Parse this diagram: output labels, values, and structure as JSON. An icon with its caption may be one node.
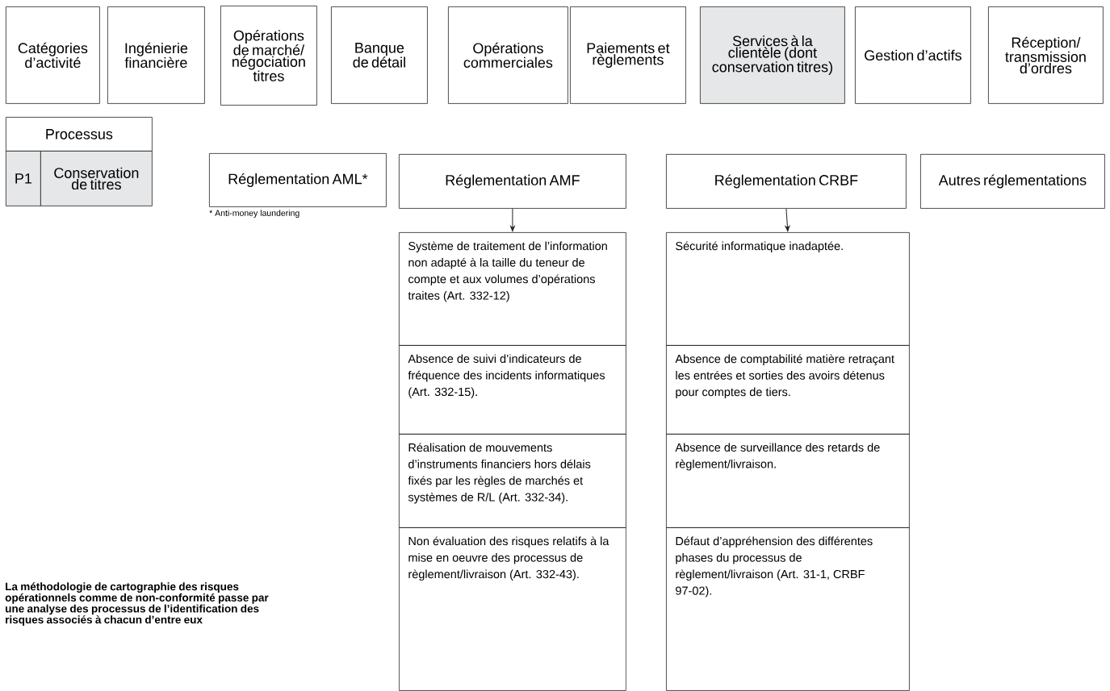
{
  "diagram": {
    "nodes": [
      {
        "text": [
          "Catégories d’activité"
        ]
      },
      {
        "text": [
          "Ingénierie financière"
        ]
      },
      {
        "text": [
          "Opérations de marché/ négociation titres"
        ]
      },
      {
        "text": [
          "Banque de détail"
        ]
      },
      {
        "text": [
          "Opérations commerciales"
        ]
      },
      {
        "text": [
          "Paiements et règlements"
        ]
      },
      {
        "text": [
          "Services à la clientèle (dont conservation titres)"
        ]
      },
      {
        "text": [
          "Gestion d’actifs"
        ]
      },
      {
        "text": [
          "Réception/ transmission d’ordres"
        ]
      },
      {
        "text": [
          "Processus"
        ]
      },
      {
        "text": [
          "P1"
        ]
      },
      {
        "text": [
          "Conservation de titres"
        ]
      },
      {
        "text": [
          "Réglementation AML*"
        ]
      },
      {
        "text": [
          "Réglementation AMF"
        ]
      },
      {
        "text": [
          "Réglementation CRBF"
        ]
      },
      {
        "text": [
          "Autres réglementations"
        ]
      },
      {
        "text": [
          "Système de traitement de l’information non adapté à la taille du teneur de compte et aux volumes d’opérations traites (Art. 332-12)"
        ]
      },
      {
        "text": [
          "Absence de suivi d’indicateurs de fréquence des incidents informatiques (Art. 332-15)."
        ]
      },
      {
        "text": [
          "Réalisation de mouvements d’instruments financiers hors délais fixés par les règles de marchés et systèmes de R/L (Art. 332-34)."
        ]
      },
      {
        "text": [
          "Non évaluation des risques relatifs à la mise en oeuvre des processus de règlement/livraison (Art. 332-43)."
        ]
      },
      {
        "text": [
          "Sécurité informatique inadaptée."
        ]
      },
      {
        "text": [
          "Absence de comptabilité matière retraçant les entrées et sorties des avoirs détenus pour comptes de tiers."
        ]
      },
      {
        "text": [
          "Absence de surveillance des retards de règlement/livraison."
        ]
      },
      {
        "text": [
          "Défaut d’appréhension des différentes phases du processus de règlement/livraison (Art. 31-1, CRBF 97-02)."
        ]
      }
    ],
    "edges": [
      {
        "from": 13,
        "to": 16,
        "arrow": "to"
      },
      {
        "from": 14,
        "to": 20,
        "arrow": "to"
      }
    ],
    "labels": [
      "* Anti-money laundering",
      "La méthodologie de cartographie des risques opérationnels comme de non-conformité passe par une analyse des processus de l’identification des risques associés à chacun d’entre eux"
    ]
  }
}
